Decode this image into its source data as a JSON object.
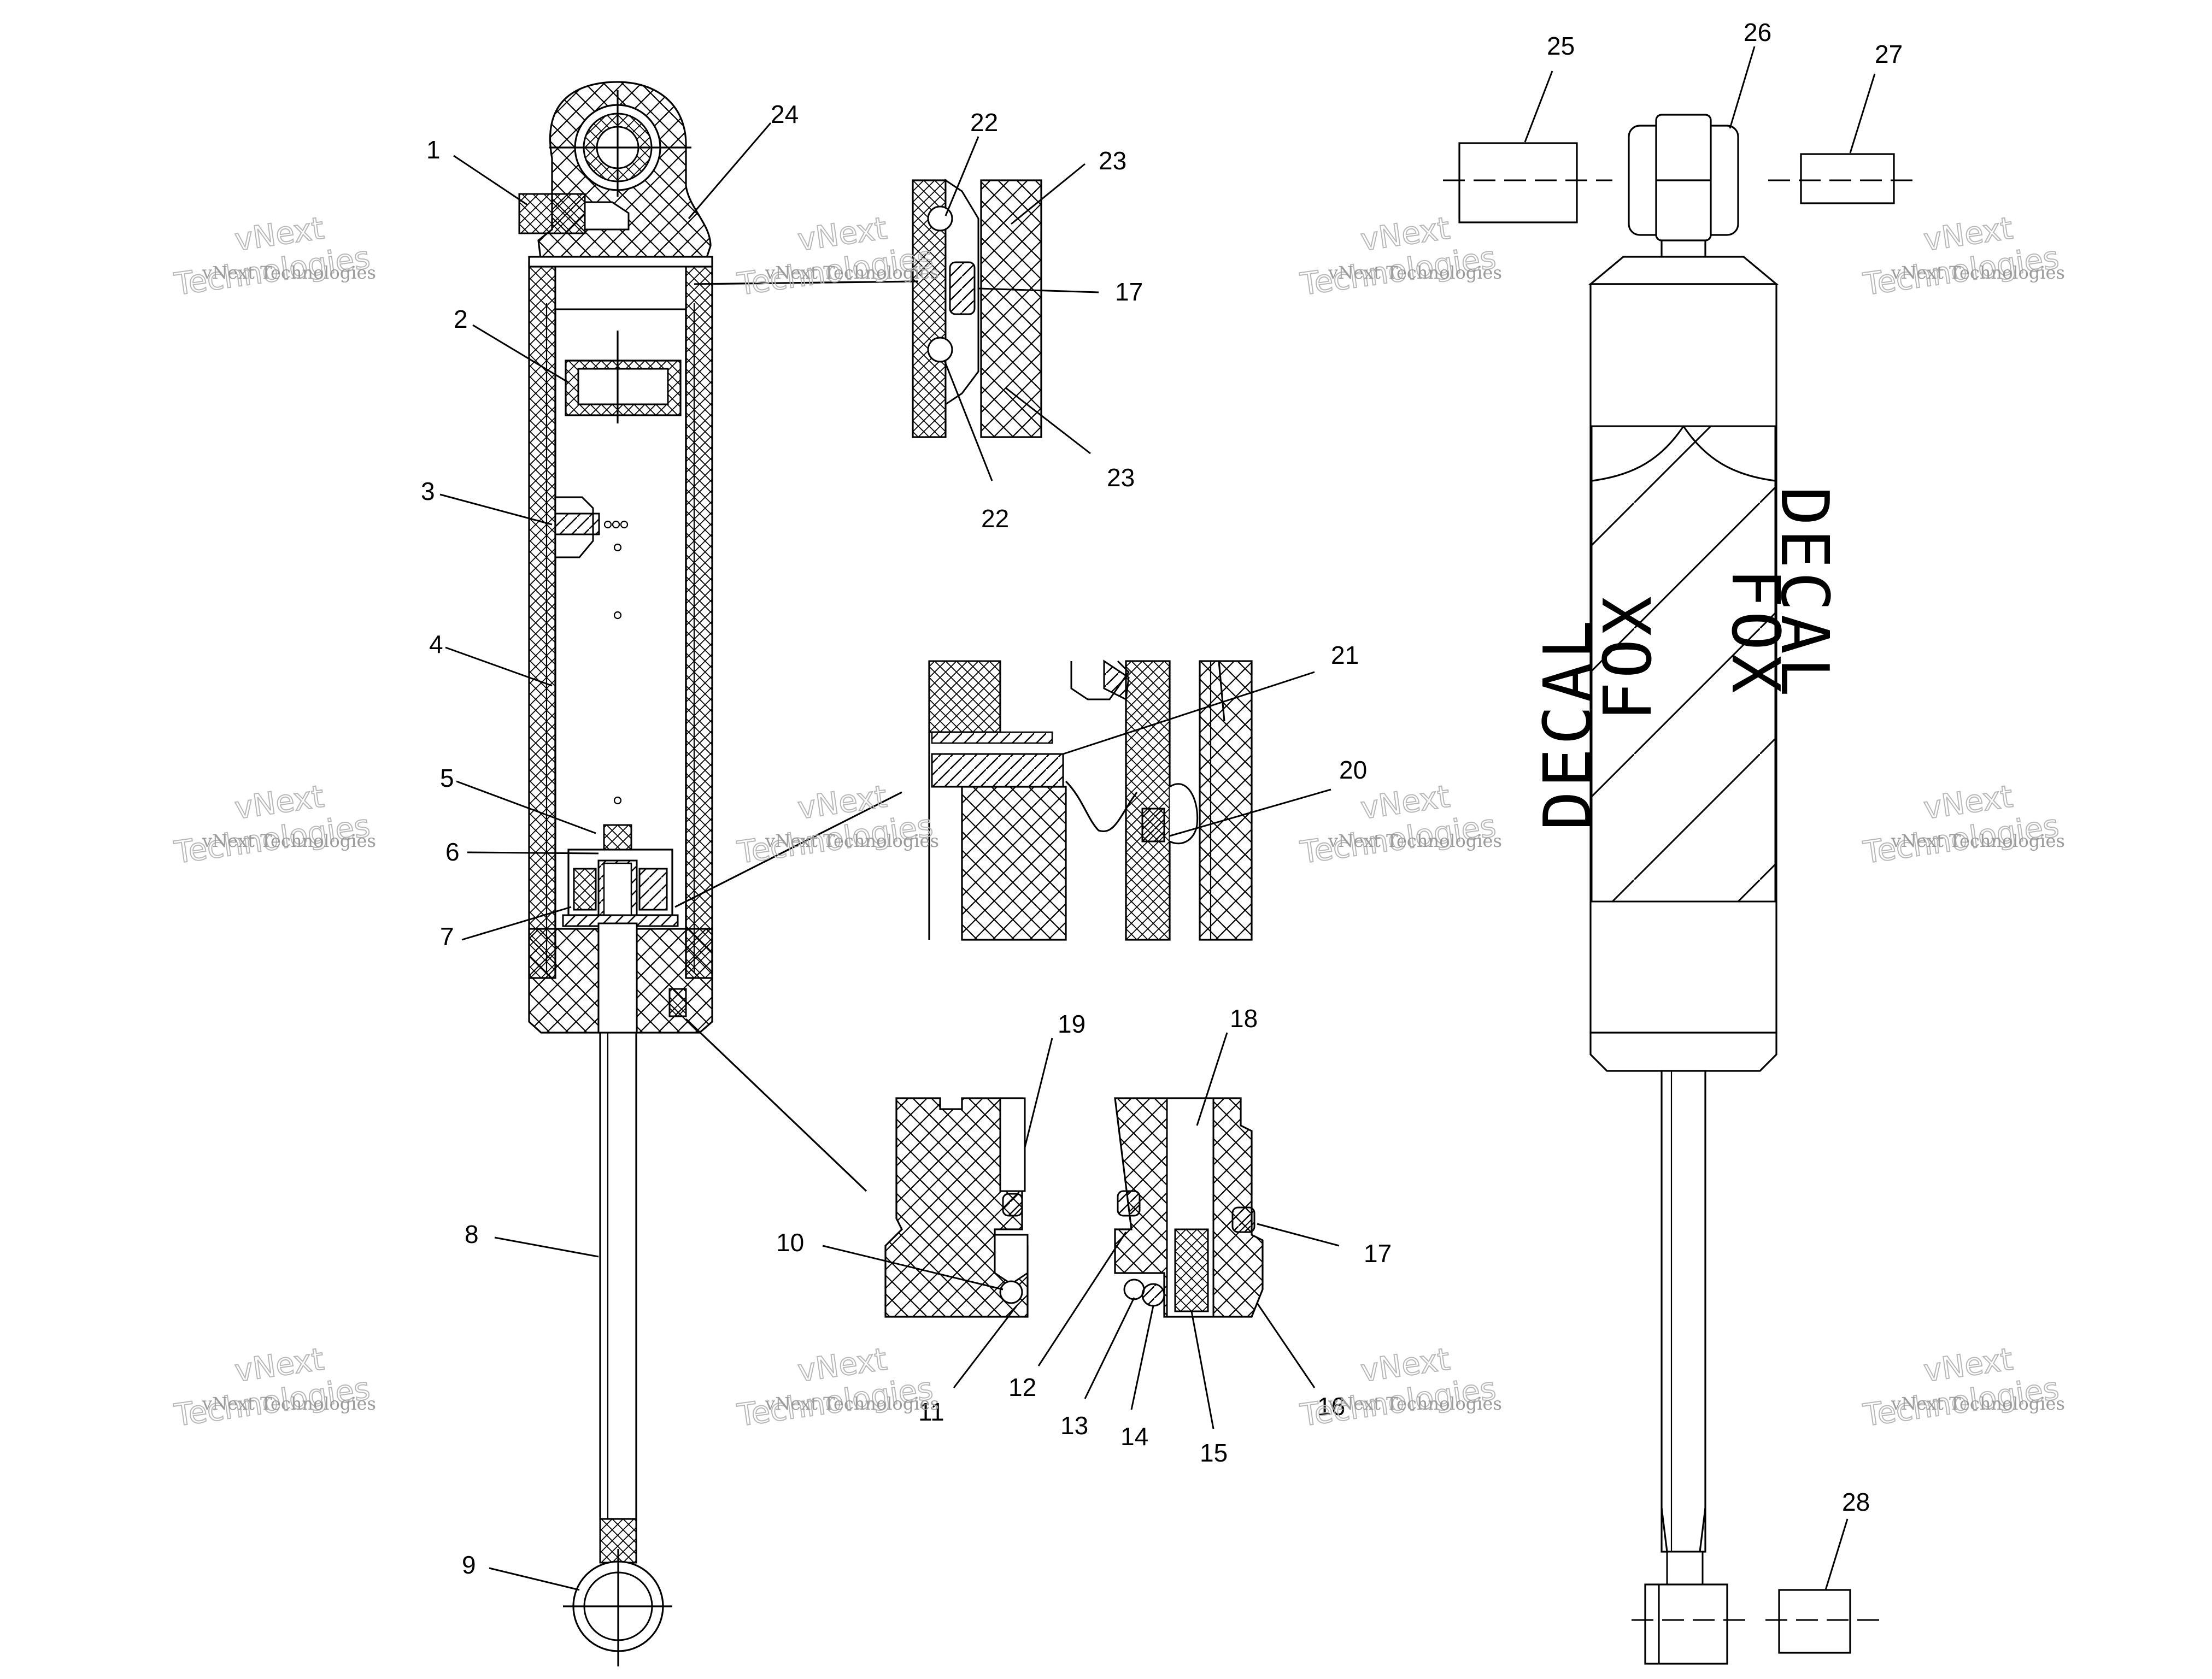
{
  "callouts": [
    {
      "id": "c1",
      "label": "1"
    },
    {
      "id": "c2",
      "label": "2"
    },
    {
      "id": "c3",
      "label": "3"
    },
    {
      "id": "c4",
      "label": "4"
    },
    {
      "id": "c5",
      "label": "5"
    },
    {
      "id": "c6",
      "label": "6"
    },
    {
      "id": "c7",
      "label": "7"
    },
    {
      "id": "c8",
      "label": "8"
    },
    {
      "id": "c9",
      "label": "9"
    },
    {
      "id": "c10",
      "label": "10"
    },
    {
      "id": "c11",
      "label": "11"
    },
    {
      "id": "c12",
      "label": "12"
    },
    {
      "id": "c13",
      "label": "13"
    },
    {
      "id": "c14",
      "label": "14"
    },
    {
      "id": "c15",
      "label": "15"
    },
    {
      "id": "c16",
      "label": "16"
    },
    {
      "id": "c17a",
      "label": "17"
    },
    {
      "id": "c17b",
      "label": "17"
    },
    {
      "id": "c18",
      "label": "18"
    },
    {
      "id": "c19",
      "label": "19"
    },
    {
      "id": "c20",
      "label": "20"
    },
    {
      "id": "c21",
      "label": "21"
    },
    {
      "id": "c22a",
      "label": "22"
    },
    {
      "id": "c22b",
      "label": "22"
    },
    {
      "id": "c23a",
      "label": "23"
    },
    {
      "id": "c23b",
      "label": "23"
    },
    {
      "id": "c24",
      "label": "24"
    },
    {
      "id": "c25",
      "label": "25"
    },
    {
      "id": "c26",
      "label": "26"
    },
    {
      "id": "c27",
      "label": "27"
    },
    {
      "id": "c28",
      "label": "28"
    }
  ],
  "decal": {
    "line1": "FOX",
    "line2": "DECAL"
  },
  "watermark": {
    "line1": "vNext Technologies",
    "line2": "vNext",
    "line3": "Technologies"
  },
  "colors": {
    "ink": "#000000",
    "watermark": "#b8b8b8",
    "background": "#ffffff"
  }
}
